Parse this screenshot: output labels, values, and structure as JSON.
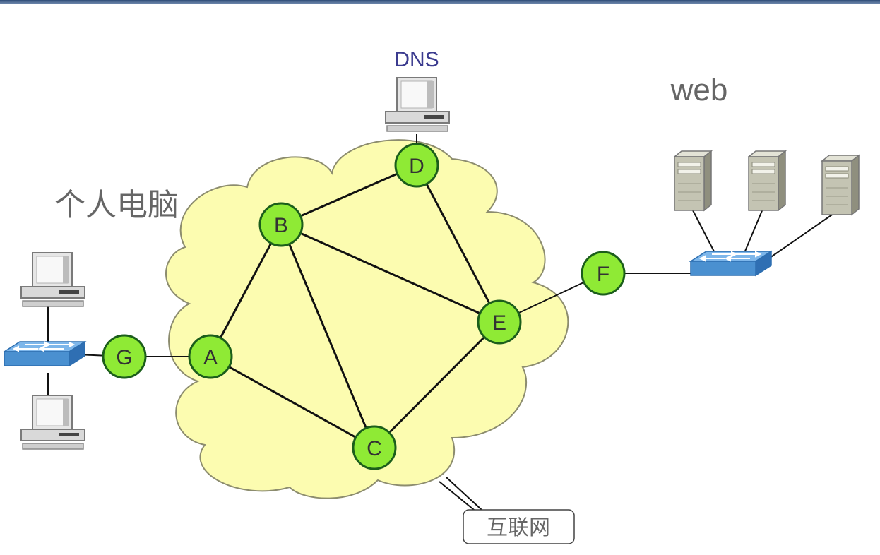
{
  "labels": {
    "dns": "DNS",
    "web": "web",
    "pc": "个人电脑",
    "internet": "互联网"
  },
  "nodes": {
    "A": "A",
    "B": "B",
    "C": "C",
    "D": "D",
    "E": "E",
    "F": "F",
    "G": "G"
  },
  "colors": {
    "cloud_fill": "#fcfcb0",
    "cloud_stroke": "#8c8c6e",
    "node_fill": "#8fea35",
    "node_stroke": "#1b5e1b",
    "switch": "#4a90d0",
    "server": "#b7b7a4"
  },
  "icons": [
    "desktop-computer-icon",
    "network-switch-icon",
    "tower-server-icon"
  ]
}
